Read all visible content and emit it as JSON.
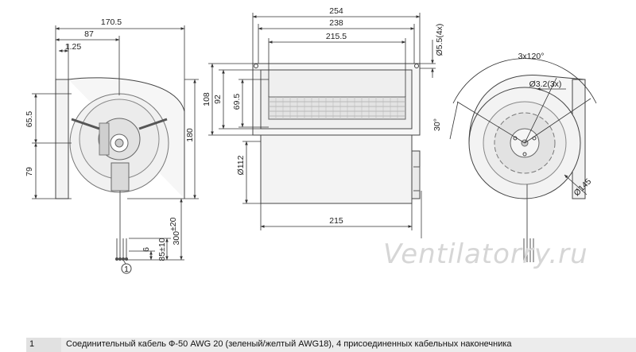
{
  "left_view": {
    "dims": {
      "width_total": "170.5",
      "width_center": "87",
      "offset": "1.25",
      "height_upper": "65.5",
      "height_lower": "79",
      "height_total": "180",
      "cable_len": "300",
      "cable_len_tol": "±20",
      "strip_len": "85",
      "strip_len_tol": "±10",
      "end_len": "6"
    },
    "callout": "1"
  },
  "center_view": {
    "dims": {
      "width_total": "254",
      "width_flange": "238",
      "width_inner": "215.5",
      "hole_dia": "Ø5.5(4x)",
      "height_108": "108",
      "height_92": "92",
      "height_69_5": "69.5",
      "dia_112": "Ø112",
      "width_bottom": "215"
    }
  },
  "right_view": {
    "dims": {
      "angle_spacing": "3x120°",
      "hole_dia": "Ø3.2(3x)",
      "angle_30": "30°",
      "dia_145": "Ø145"
    }
  },
  "watermark": "Ventilatorry.ru",
  "footnote": {
    "number": "1",
    "text": "Соединительный кабель Ф-50 AWG 20 (зеленый/желтый AWG18), 4 присоединенных кабельных наконечника"
  }
}
